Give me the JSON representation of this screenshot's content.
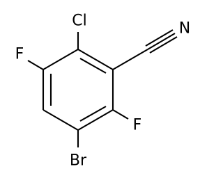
{
  "molecule": {
    "atoms": {
      "cl": "Cl",
      "f_left": "F",
      "n": "N",
      "f_right": "F",
      "br": "Br"
    },
    "colors": {
      "bond": "#000000",
      "label": "#000000",
      "background": "#ffffff"
    }
  }
}
